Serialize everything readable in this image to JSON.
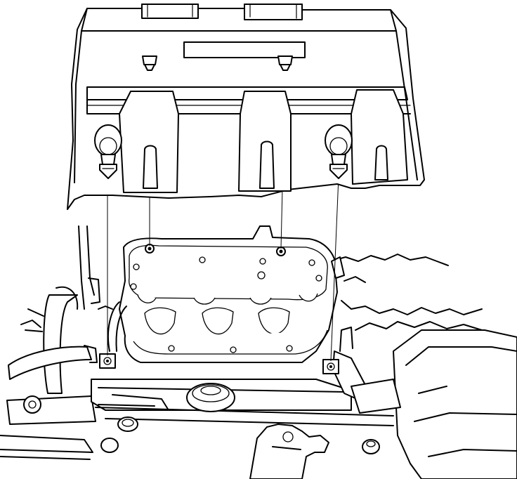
{
  "figure": {
    "components": [
      {
        "id": "engine-cover",
        "icon": "engine-cover-icon"
      },
      {
        "id": "intake-manifold",
        "icon": "intake-manifold-icon"
      },
      {
        "id": "mounting-grommet",
        "icon": "grommet-icon"
      },
      {
        "id": "mounting-bolt",
        "icon": "bolt-icon"
      },
      {
        "id": "alignment-guide-line",
        "icon": "dash-line-icon"
      }
    ],
    "colors": {
      "line": "#000000",
      "background": "#ffffff"
    }
  }
}
